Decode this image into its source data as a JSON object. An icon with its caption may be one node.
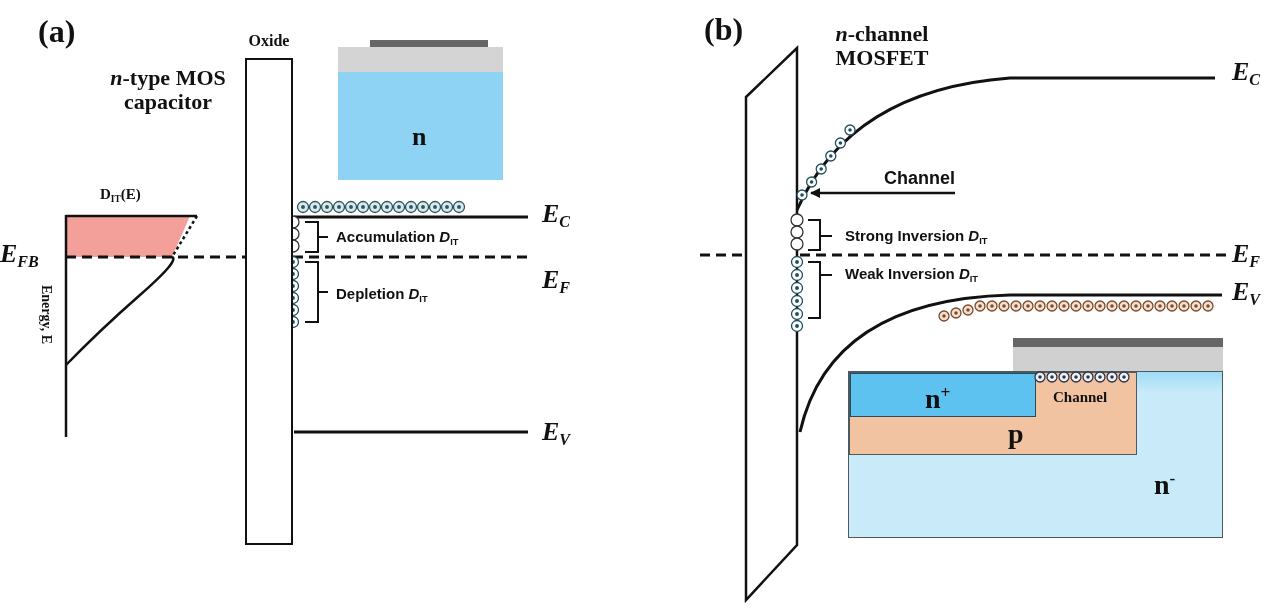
{
  "diagram": {
    "nodes": [
      {
        "text": [
          "Oxide"
        ]
      },
      {
        "text": [
          "n"
        ]
      },
      {
        "text": [
          "n$^{-}$"
        ]
      },
      {
        "text": [
          "Channel",
          "p"
        ],
        "in": 2
      },
      {
        "text": [
          "n$^{+}$"
        ],
        "in": 3
      },
      {
        "text": [
          "Channel"
        ]
      },
      {
        "text": [],
        "shape": "circle"
      }
    ],
    "edges": [
      {
        "from": 5,
        "to": 6,
        "arrow": "to"
      }
    ],
    "labels": [
      "(a)",
      "*n*-type MOS capacitor",
      "D$_{IT}$(E)",
      "E$_{FB}$",
      "Energy, E",
      "E$_{C}$",
      "Accumulation *D*$_{IT}$",
      "E$_{F}$",
      "Depletion *D*$_{IT}$",
      "E$_{V}$",
      "(b)",
      "*n*-channel MOSFET",
      "E$_{C}$",
      "Strong Inversion *D*$_{IT}$",
      "E$_{F}$",
      "Weak Inversion *D*$_{IT}$",
      "E$_{V}$"
    ]
  }
}
